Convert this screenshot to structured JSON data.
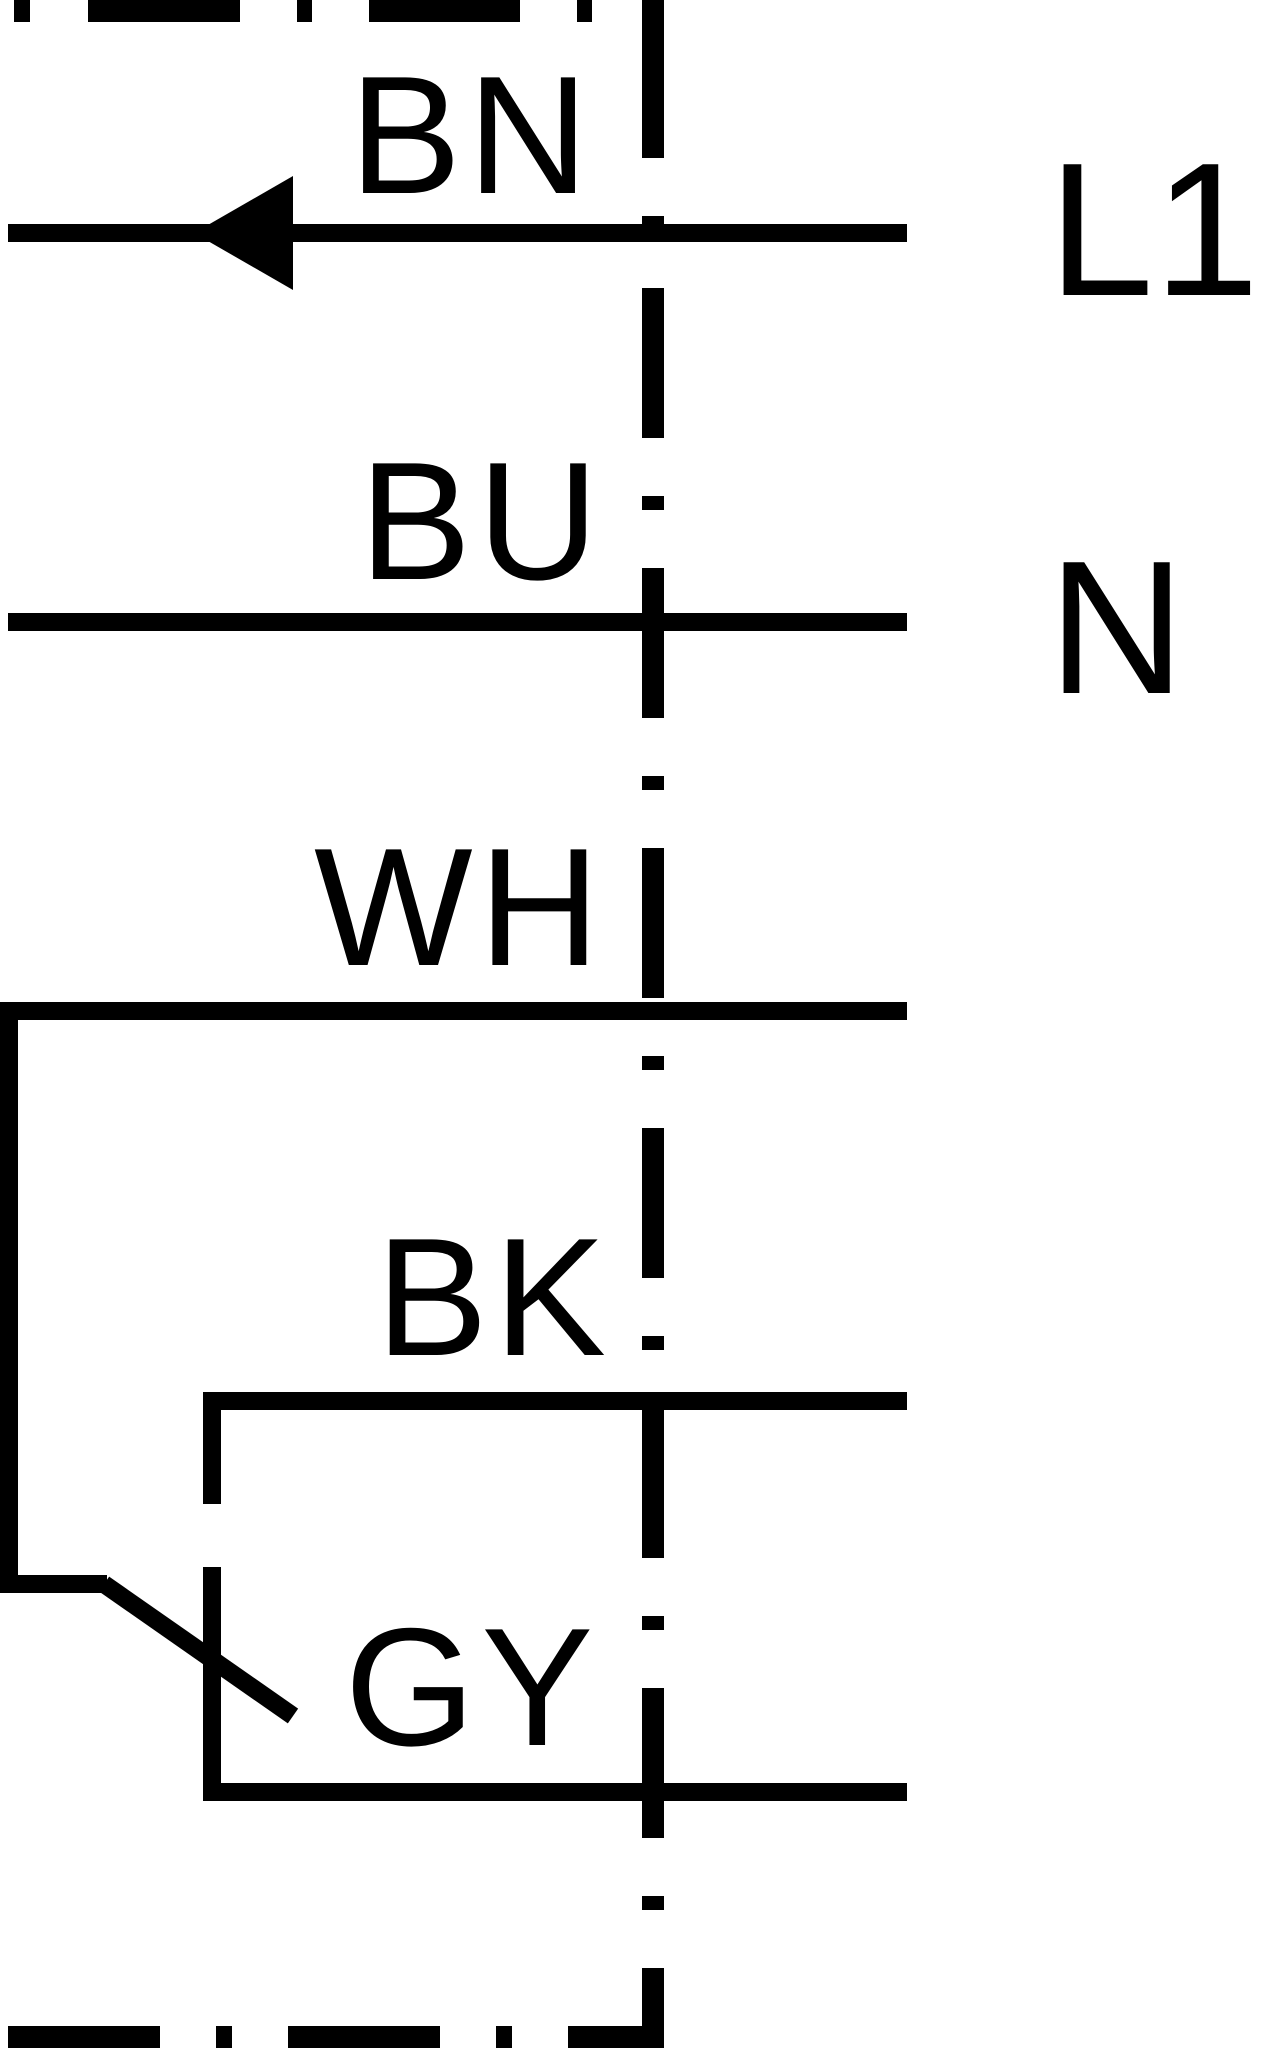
{
  "wire_codes": {
    "bn": "BN",
    "bu": "BU",
    "wh": "WH",
    "bk": "BK",
    "gy": "GY"
  },
  "terminals": {
    "l1": "L1",
    "n": "N"
  },
  "colors": {
    "ink": "#000000",
    "background": "#ffffff"
  }
}
